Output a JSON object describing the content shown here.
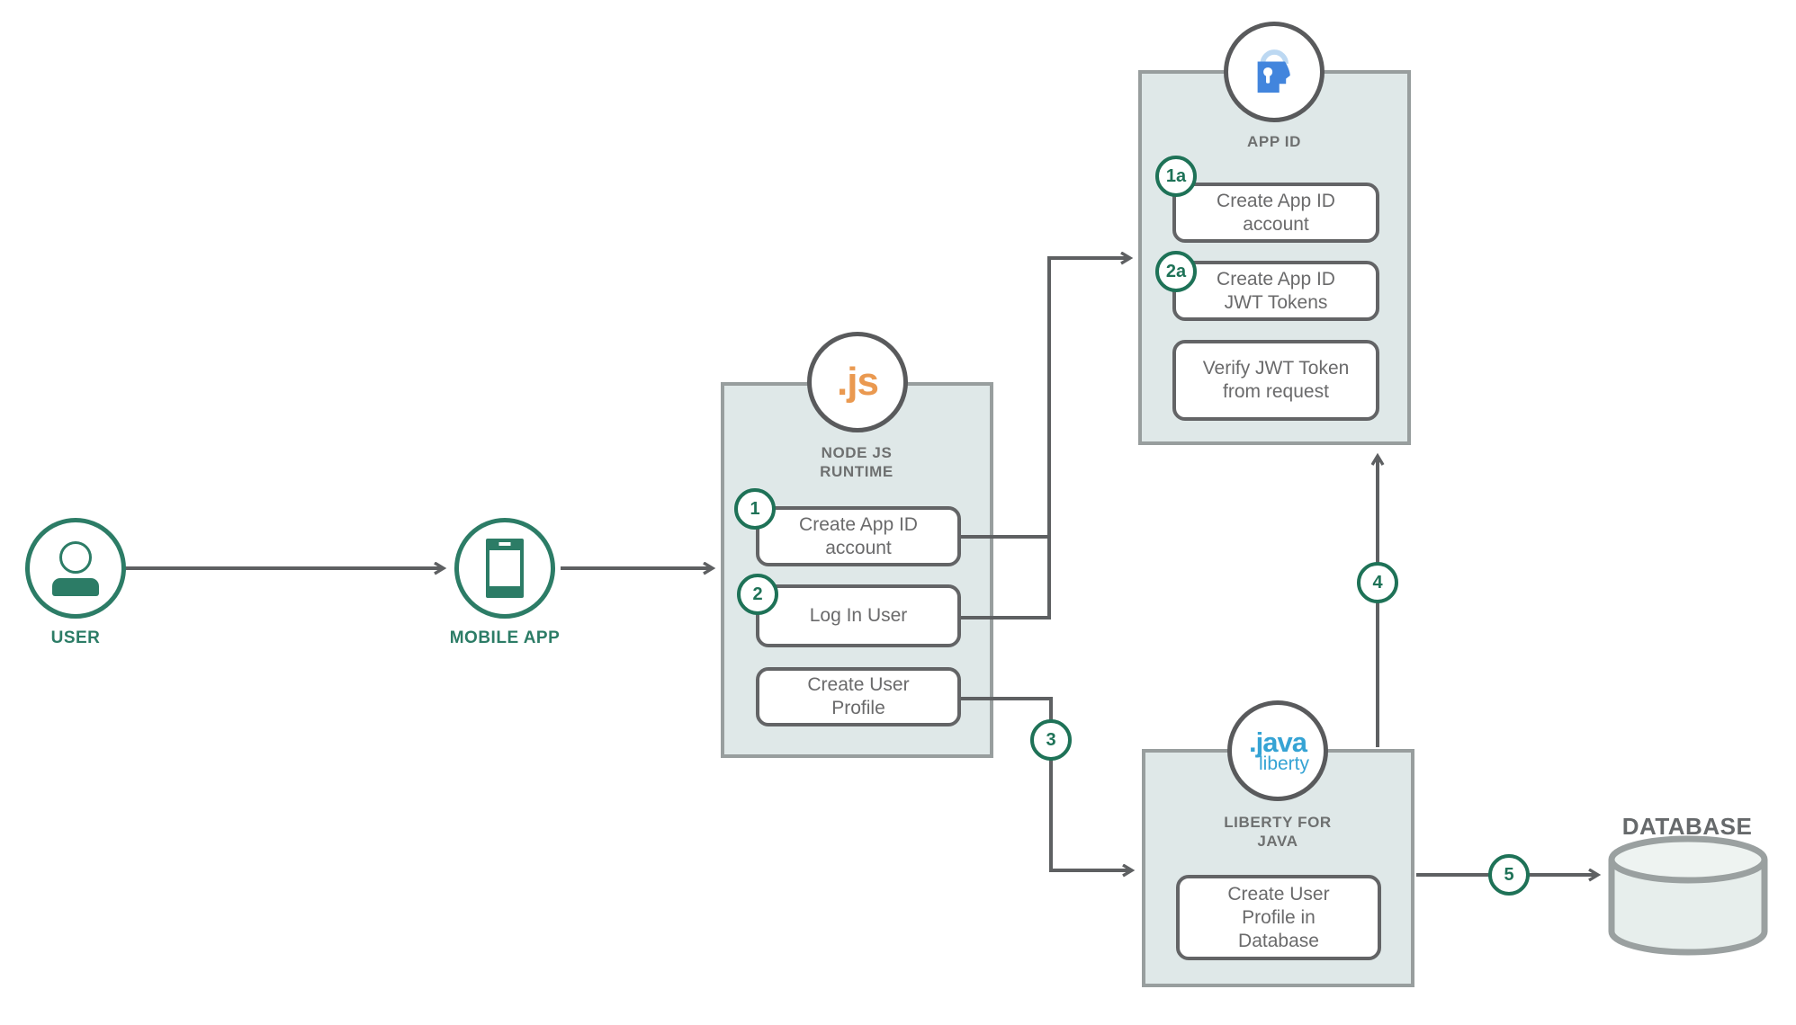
{
  "diagram": {
    "type": "architecture-flow",
    "colors": {
      "accent_green": "#2c7c66",
      "badge_green": "#1e7257",
      "line_gray": "#5e6062",
      "box_fill": "#dfe8e8",
      "box_border": "#989e9e",
      "button_border": "#636466",
      "text_gray": "#6a6a6b",
      "title_gray": "#6e7070",
      "nodejs_orange": "#ea9950",
      "liberty_blue": "#35a3d4",
      "appid_blue": "#4285dd",
      "appid_light_blue": "#bcd8f2",
      "db_fill": "#e7eeec",
      "db_border": "#9aa0a0"
    }
  },
  "nodes": {
    "user": {
      "label": "USER",
      "icon": "person-icon"
    },
    "mobile_app": {
      "label": "MOBILE APP",
      "icon": "smartphone-icon"
    },
    "nodejs": {
      "logo_text": ".js",
      "title": "NODE JS RUNTIME",
      "buttons": [
        {
          "badge": "1",
          "label": "Create App ID account"
        },
        {
          "badge": "2",
          "label": "Log In User"
        },
        {
          "badge": "",
          "label": "Create User Profile"
        }
      ]
    },
    "appid": {
      "title": "APP ID",
      "icon": "appid-lock-icon",
      "buttons": [
        {
          "badge": "1a",
          "label": "Create App ID account"
        },
        {
          "badge": "2a",
          "label": "Create App ID JWT Tokens"
        },
        {
          "badge": "",
          "label": "Verify JWT Token from request"
        }
      ]
    },
    "liberty": {
      "logo_line1": ".java",
      "logo_line2": "liberty",
      "title": "LIBERTY FOR JAVA",
      "buttons": [
        {
          "badge": "",
          "label": "Create User Profile in Database"
        }
      ]
    },
    "database": {
      "label": "DATABASE",
      "icon": "database-cylinder-icon"
    }
  },
  "flow_badges": {
    "step3": "3",
    "step4": "4",
    "step5": "5"
  }
}
